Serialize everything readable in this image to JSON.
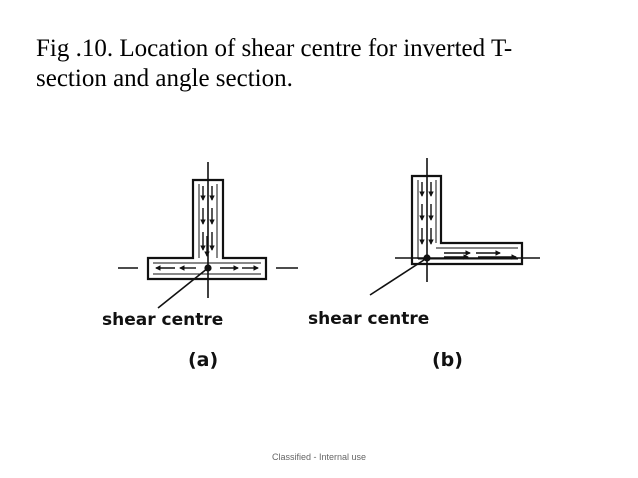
{
  "slide": {
    "title_line1": "Fig .10. Location of shear centre for inverted T-",
    "title_line2": "section and angle section."
  },
  "figure_a": {
    "label": "shear centre",
    "caption": "(a)"
  },
  "figure_b": {
    "label": "shear centre",
    "caption": "(b)"
  },
  "footer": {
    "text": "Classified - Internal use"
  }
}
